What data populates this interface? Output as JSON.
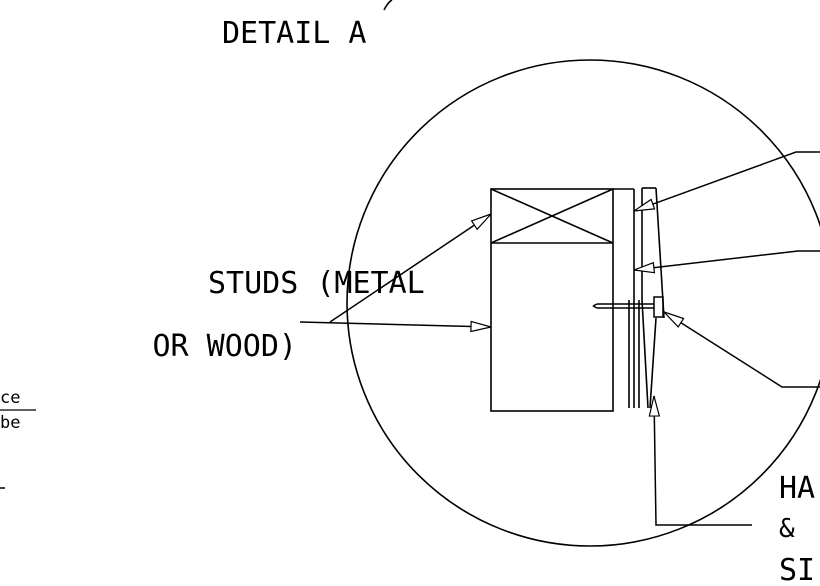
{
  "detail": {
    "title": "DETAIL A"
  },
  "labels": {
    "studs_line1": "STUDS (METAL",
    "studs_line2": "OR WOOD)",
    "bottom_right_line1": "HA",
    "bottom_right_line2": "&",
    "bottom_right_line3": "SI",
    "left_fragment_top": "ce",
    "left_fragment_bottom": "be"
  }
}
